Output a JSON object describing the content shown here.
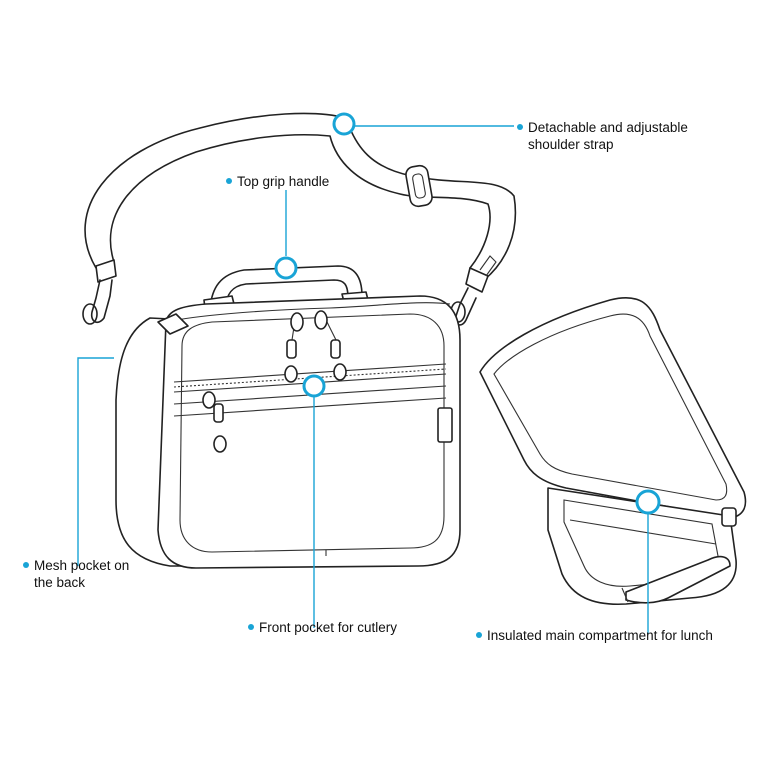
{
  "diagram": {
    "accent_color": "#19a4d6",
    "line_color": "#222222",
    "callouts": {
      "strap": {
        "line1": "Detachable and adjustable",
        "line2": "shoulder strap"
      },
      "handle": {
        "line1": "Top grip handle"
      },
      "mesh": {
        "line1": "Mesh pocket on",
        "line2": "the back"
      },
      "front": {
        "line1": "Front pocket for cutlery"
      },
      "main": {
        "line1": "Insulated main compartment for lunch"
      }
    }
  }
}
